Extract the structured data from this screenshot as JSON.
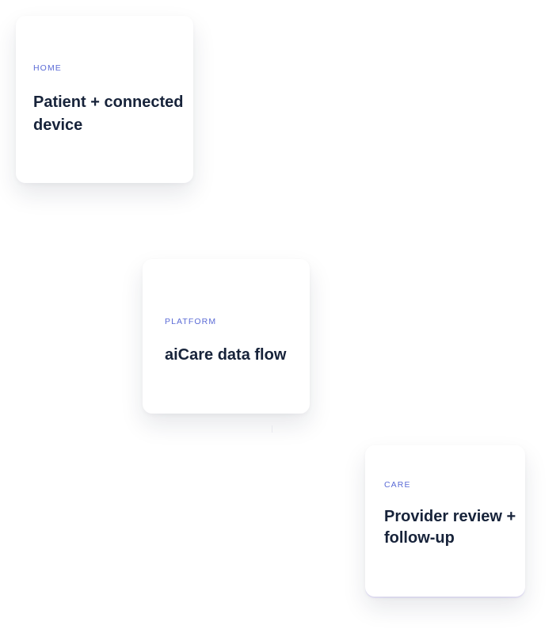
{
  "cards": [
    {
      "eyebrow": "HOME",
      "title": "Patient + connected device"
    },
    {
      "eyebrow": "PLATFORM",
      "title": "aiCare data flow"
    },
    {
      "eyebrow": "CARE",
      "title": "Provider review + follow-up"
    }
  ],
  "colors": {
    "eyebrow": "#5b6bd6",
    "title": "#17233a",
    "card_background": "#ffffff",
    "page_background": "#ffffff"
  }
}
